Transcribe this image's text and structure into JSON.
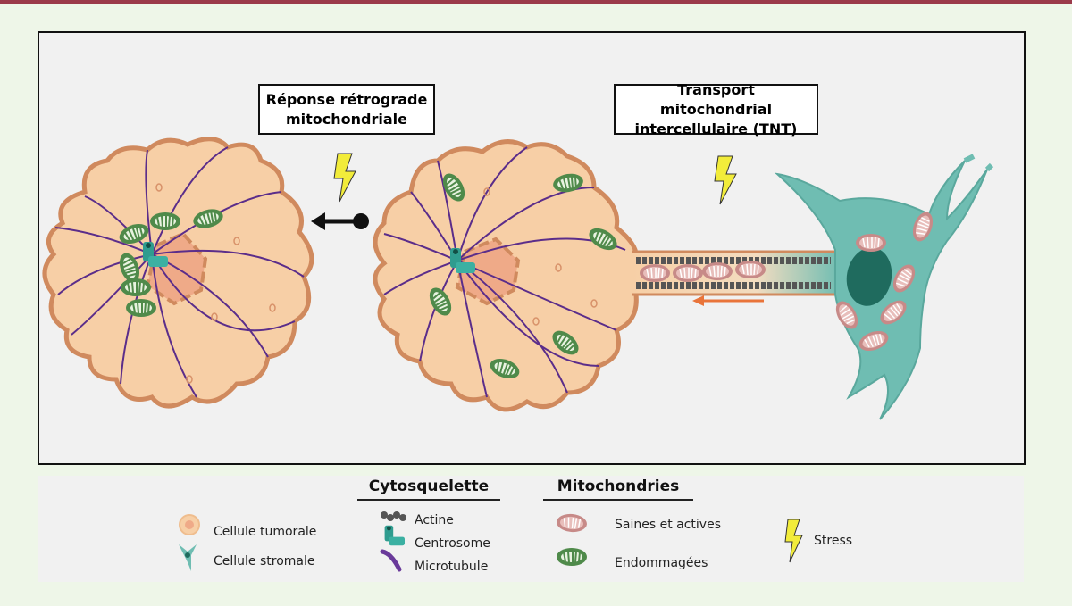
{
  "panels": {
    "left_title": "Réponse rétrograde mitochondriale",
    "right_title": "Transport mitochondrial intercellulaire (TNT)"
  },
  "legend": {
    "cells": [
      {
        "icon": "tumor-cell-icon",
        "label": "Cellule tumorale"
      },
      {
        "icon": "stromal-cell-icon",
        "label": "Cellule stromale"
      }
    ],
    "cytoskeleton": {
      "title": "Cytosquelette",
      "items": [
        {
          "icon": "actin-icon",
          "label": "Actine"
        },
        {
          "icon": "centrosome-icon",
          "label": "Centrosome"
        },
        {
          "icon": "microtubule-icon",
          "label": "Microtubule"
        }
      ]
    },
    "mitochondria": {
      "title": "Mitochondries",
      "items": [
        {
          "icon": "healthy-mitochondrion-icon",
          "label": "Saines et actives"
        },
        {
          "icon": "damaged-mitochondrion-icon",
          "label": "Endommagées"
        }
      ]
    },
    "stress": {
      "icon": "lightning-icon",
      "label": "Stress"
    }
  },
  "colors": {
    "tumor_cell": "#f7cfa6",
    "tumor_border": "#d08a5e",
    "nucleus": "#efaa88",
    "stromal_cell": "#6fbdb2",
    "stromal_nucleus": "#1f6b5e",
    "microtubule": "#5b2d8a",
    "healthy_mito": "#d9a3a0",
    "damaged_mito": "#4f8a4a",
    "stress": "#f2ec3a",
    "transfer_arrow": "#e9743a"
  }
}
